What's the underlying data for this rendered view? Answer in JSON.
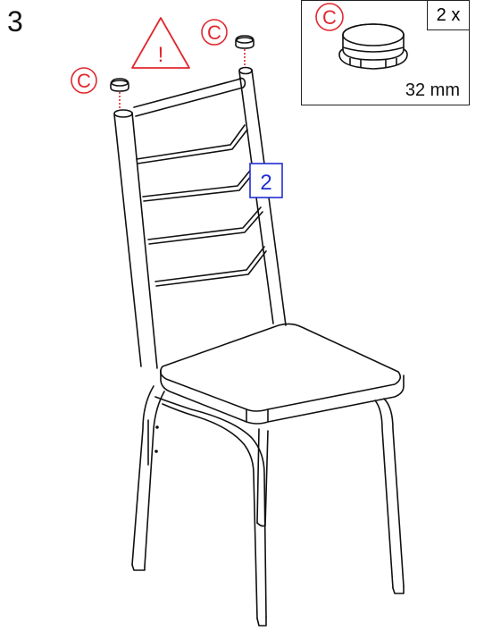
{
  "step": {
    "number": "3"
  },
  "detail": {
    "part_letter": "C",
    "quantity": "2 x",
    "size": "32 mm"
  },
  "callouts": {
    "left_cap_letter": "C",
    "right_cap_letter": "C",
    "warning_symbol": "!",
    "slat_reference": "2"
  },
  "colors": {
    "annotation_red": "#e0282e",
    "reference_blue": "#1f2fd0",
    "line": "#111111"
  },
  "icons": [
    "warning-triangle-icon",
    "end-cap-icon"
  ]
}
